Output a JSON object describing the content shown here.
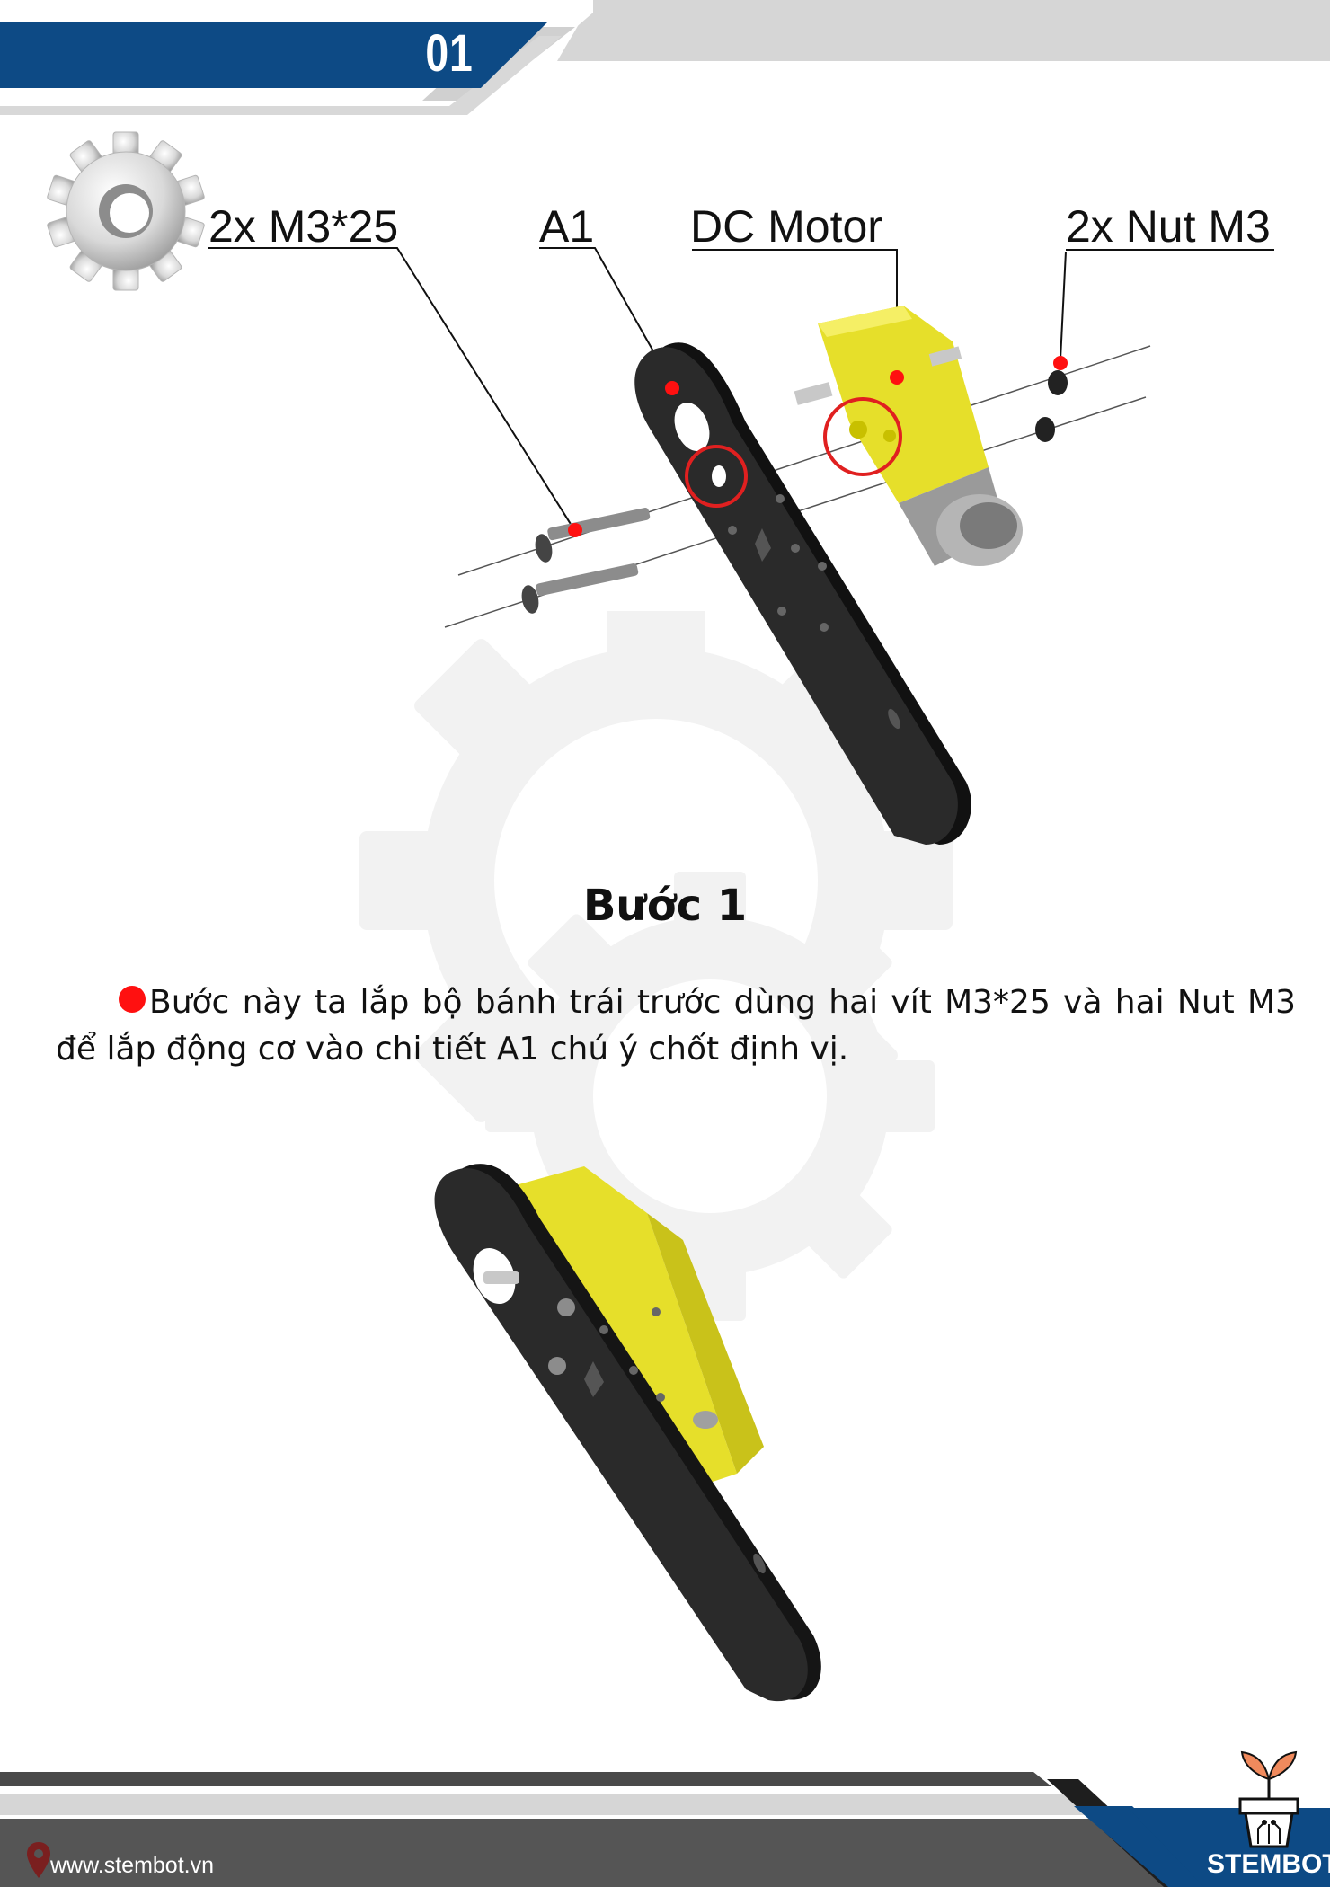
{
  "header": {
    "page_number": "01",
    "colors": {
      "primary_blue": "#0d4a85",
      "gray": "#d3d3d3"
    }
  },
  "callouts": {
    "screws": "2x M3*25",
    "part": "A1",
    "motor": "DC Motor",
    "nuts": "2x Nut M3"
  },
  "step": {
    "title": "Bước 1",
    "description": "Bước này ta lắp bộ bánh trái trước dùng hai vít M3*25 và hai Nut M3 để lắp động cơ vào chi tiết A1 chú ý chốt định vị."
  },
  "footer": {
    "url": "www.stembot.vn",
    "brand": "STEMBOT"
  },
  "icons": [
    "gear-icon",
    "location-pin-icon",
    "stembot-logo"
  ],
  "colors": {
    "highlight_red": "#ff1010",
    "motor_yellow": "#e6df2a",
    "plate_black": "#1e1e1e"
  }
}
